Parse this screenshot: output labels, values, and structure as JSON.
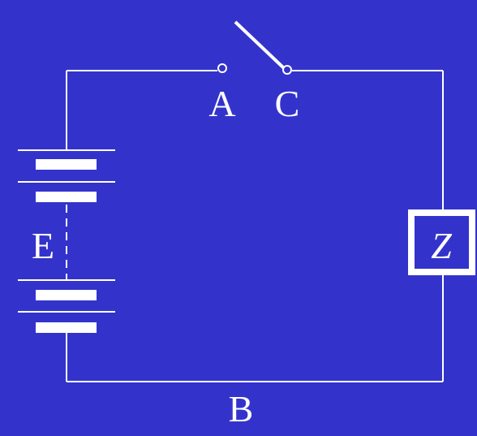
{
  "labels": {
    "a": "A",
    "c": "C",
    "b": "B",
    "e": "E",
    "z": "Z"
  },
  "colors": {
    "background": "#3333cc",
    "ink": "#ffffff"
  }
}
